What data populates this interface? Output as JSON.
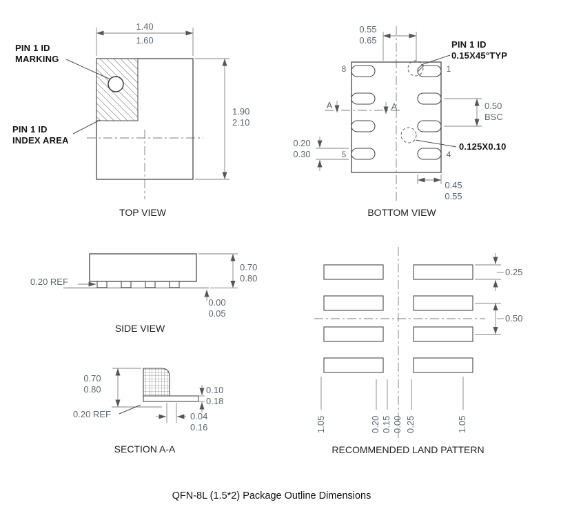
{
  "title": "QFN-8L (1.5*2) Package Outline Dimensions",
  "top_view": {
    "caption": "TOP VIEW",
    "marking_label": [
      "PIN 1 ID",
      "MARKING"
    ],
    "index_label": [
      "PIN 1 ID",
      "INDEX AREA"
    ],
    "dim_width": [
      "1.40",
      "1.60"
    ],
    "dim_height": [
      "1.90",
      "2.10"
    ]
  },
  "bottom_view": {
    "caption": "BOTTOM VIEW",
    "pin_numbers": [
      "8",
      "1",
      "5",
      "4"
    ],
    "dim_pad_span": [
      "0.55",
      "0.65"
    ],
    "pin1_note": [
      "PIN 1 ID",
      "0.15X45°TYP"
    ],
    "dim_pitch": [
      "0.50",
      "BSC"
    ],
    "dim_pad_width": [
      "0.20",
      "0.30"
    ],
    "dim_pad_length": [
      "0.45",
      "0.55"
    ],
    "feature_note": "0.125X0.10",
    "section_labels": [
      "A",
      "A"
    ]
  },
  "side_view": {
    "caption": "SIDE VIEW",
    "dim_lead": "0.20 REF",
    "dim_body_height": [
      "0.70",
      "0.80"
    ],
    "dim_standoff": [
      "0.00",
      "0.05"
    ]
  },
  "section_aa": {
    "caption": "SECTION A-A",
    "dim_body_height": [
      "0.70",
      "0.80"
    ],
    "dim_ref": "0.20 REF",
    "dim_lead_thickness": [
      "0.10",
      "0.18"
    ],
    "dim_lead_tip": [
      "0.04",
      "0.16"
    ]
  },
  "land_pattern": {
    "caption": "RECOMMENDED LAND PATTERN",
    "dim_pad_height": "0.25",
    "dim_pitch": "0.50",
    "ordinates": [
      "1.05",
      "0.20",
      "0.15",
      "0.00",
      "0.25",
      "1.05"
    ]
  }
}
